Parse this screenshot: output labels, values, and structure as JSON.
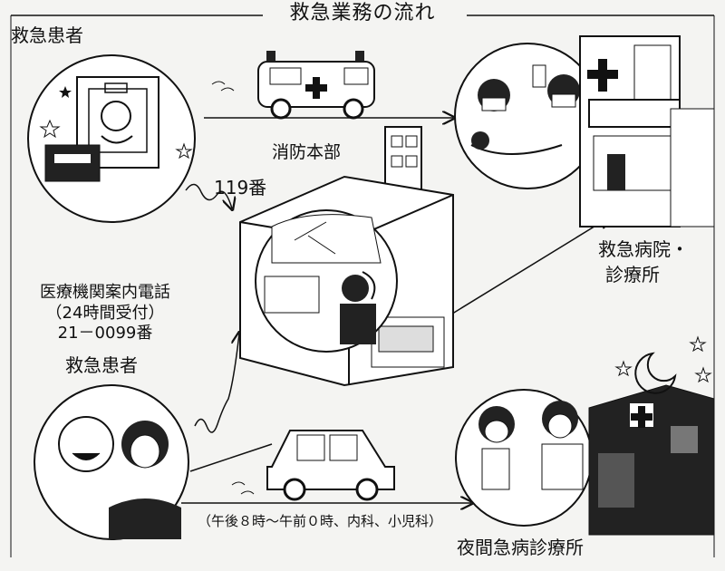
{
  "title": "救急業務の流れ",
  "labels": {
    "patient_top": "救急患者",
    "fire_hq": "消防本部",
    "call_119": "119番",
    "emergency_hospital": "救急病院・",
    "clinic": "診療所",
    "info_line1": "医療機関案内電話",
    "info_line2": "（24時間受付）",
    "info_line3": "21－0099番",
    "patient_bottom": "救急患者",
    "night_hours": "（午後８時～午前０時、内科、小児科）",
    "night_clinic": "夜間急病診療所"
  },
  "icons": [
    "ambulance-icon",
    "car-icon",
    "cross-icon",
    "moon-icon",
    "star-icon",
    "telephone-icon"
  ]
}
